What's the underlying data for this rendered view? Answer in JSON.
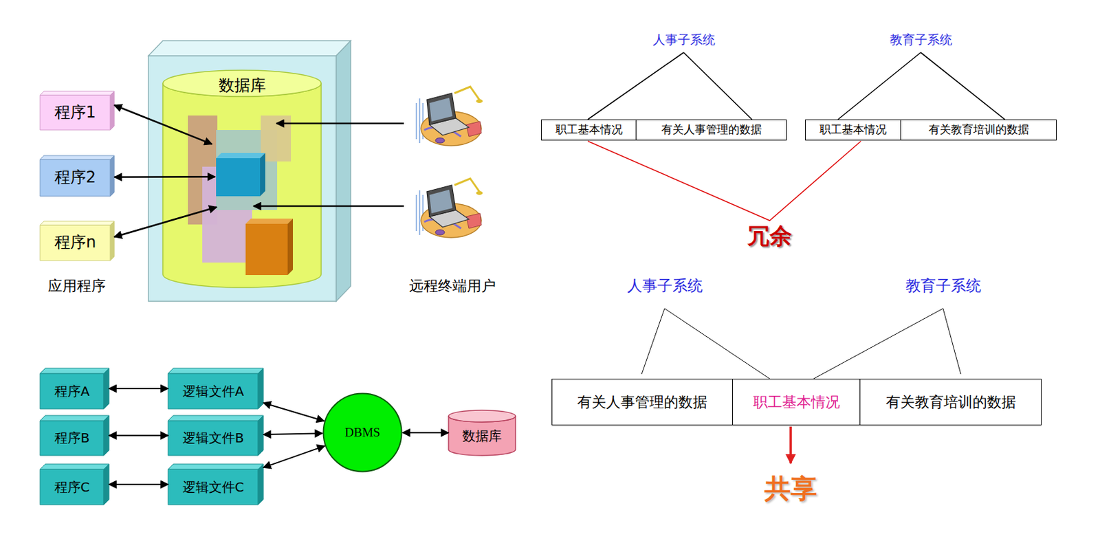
{
  "diagram": {
    "nodes": [
      {
        "text": [
          "数据库"
        ]
      },
      {
        "text": [
          "程序1"
        ]
      },
      {
        "text": [
          "程序2"
        ]
      },
      {
        "text": [
          "程序n"
        ]
      },
      {
        "text": [
          "程序A"
        ]
      },
      {
        "text": [
          "逻辑文件A"
        ]
      },
      {
        "text": [
          "程序B"
        ]
      },
      {
        "text": [
          "逻辑文件B"
        ]
      },
      {
        "text": [
          "程序C"
        ]
      },
      {
        "text": [
          "逻辑文件C"
        ]
      },
      {
        "text": [
          "DBMS"
        ]
      },
      {
        "text": [
          "数据库"
        ]
      },
      {
        "text": [
          "职工基本情况"
        ]
      },
      {
        "text": [
          "有关人事管理的数据"
        ]
      },
      {
        "text": [
          "职工基本情况"
        ]
      },
      {
        "text": [
          "有关教育培训的数据"
        ]
      },
      {
        "text": [
          "有关人事管理的数据"
        ]
      },
      {
        "text": [
          "职工基本情况"
        ]
      },
      {
        "text": [
          "有关教育培训的数据"
        ]
      }
    ],
    "edges": [
      {
        "from": 1,
        "to": 0,
        "arrow": "both"
      },
      {
        "from": 2,
        "to": 0,
        "arrow": "both"
      },
      {
        "from": 3,
        "to": 0,
        "arrow": "both"
      },
      {
        "from": 4,
        "to": 5,
        "arrow": "both"
      },
      {
        "from": 6,
        "to": 7,
        "arrow": "both"
      },
      {
        "from": 8,
        "to": 9,
        "arrow": "both"
      },
      {
        "from": 5,
        "to": 10,
        "arrow": "both"
      },
      {
        "from": 7,
        "to": 10,
        "arrow": "both"
      },
      {
        "from": 9,
        "to": 10,
        "arrow": "both"
      },
      {
        "from": 10,
        "to": 11,
        "arrow": "both"
      }
    ],
    "labels": [
      "应用程序",
      "远程终端用户",
      "人事子系统",
      "教育子系统",
      "冗余",
      "人事子系统",
      "教育子系统",
      "共享"
    ]
  }
}
